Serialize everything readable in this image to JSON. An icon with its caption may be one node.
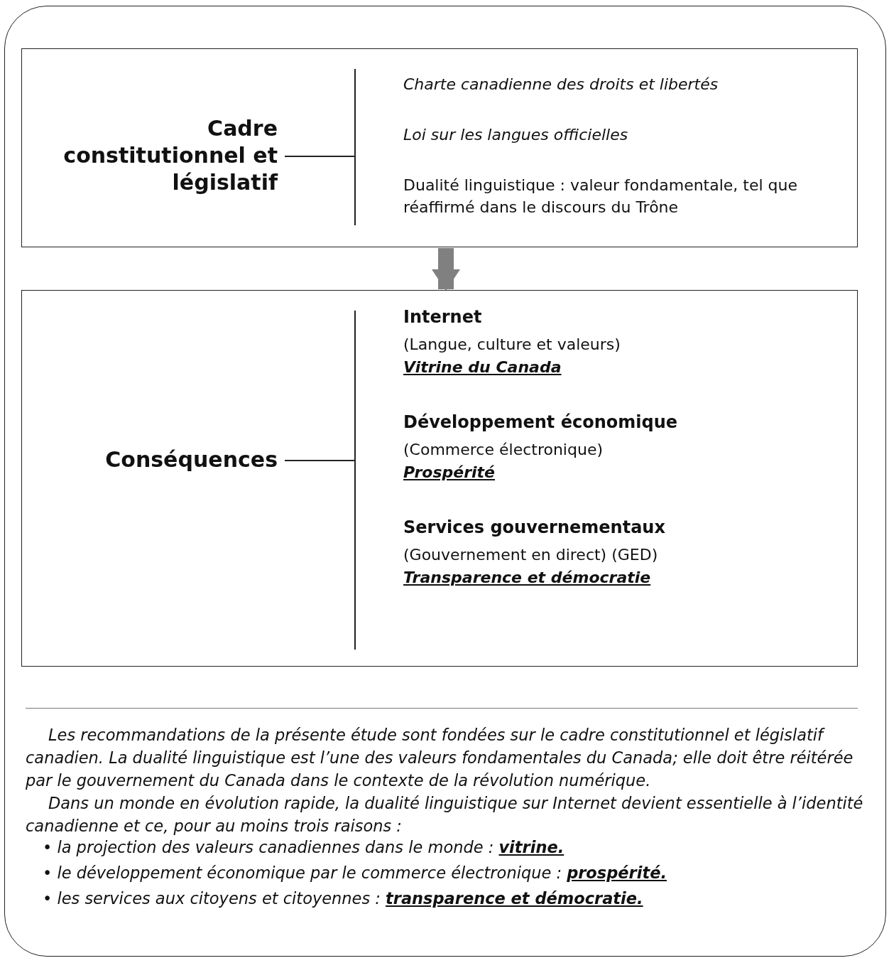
{
  "diagram": {
    "nodes": [
      {
        "text": [
          "Cadre constitutionnel et législatif",
          "Charte canadienne des droits et libertés",
          "Loi sur les langues officielles",
          "Dualité linguistique : valeur fondamentale, tel que réaffirmé dans le discours du Trône"
        ]
      },
      {
        "text": [
          "Conséquences",
          "Internet",
          "(Langue, culture et valeurs)",
          "Vitrine du Canada",
          "Développement économique",
          "(Commerce électronique)",
          "Prospérité",
          "Services gouvernementaux",
          "(Gouvernement en direct) (GED)",
          "Transparence et démocratie"
        ]
      }
    ],
    "edges": [
      {
        "from": 0,
        "to": 1,
        "arrow": "to"
      }
    ],
    "labels": [
      "Les recommandations de la présente étude sont fondées sur le cadre constitutionnel et législatif canadien. La dualité linguistique est l’une des valeurs fondamentales du Canada; elle doit être réitérée par le gouvernement du Canada dans le contexte de la révolution numérique.",
      "Dans un monde en évolution rapide, la dualité linguistique sur Internet devient essentielle à l’identité canadienne et ce, pour au moins trois raisons :",
      "• la projection des valeurs canadiennes dans le monde : **vitrine.**",
      "• le développement économique par le commerce électronique : **prospérité.**",
      "• les services aux citoyens et citoyennes : **transparence et démocratie.**"
    ]
  }
}
